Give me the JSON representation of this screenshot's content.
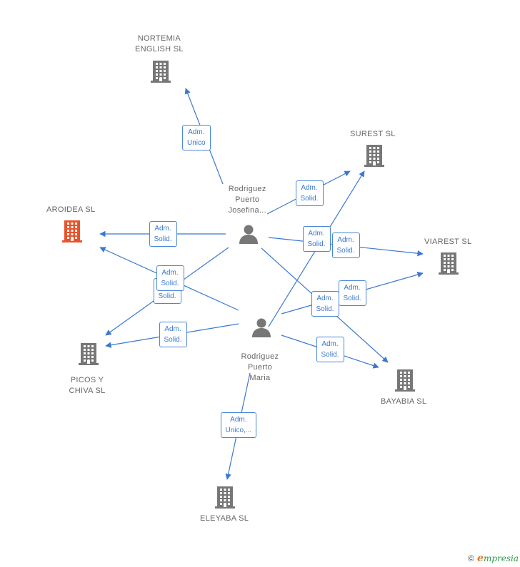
{
  "colors": {
    "building": "#777777",
    "building_focus": "#e8542b",
    "person": "#777777",
    "edge": "#3b78d0"
  },
  "nodes": {
    "nortemia": {
      "label": "NORTEMIA\nENGLISH  SL",
      "icon": "building-icon"
    },
    "surest": {
      "label": "SUREST  SL",
      "icon": "building-icon"
    },
    "aroidea": {
      "label": "AROIDEA  SL",
      "icon": "building-icon",
      "focus": true
    },
    "viarest": {
      "label": "VIAREST  SL",
      "icon": "building-icon"
    },
    "picos": {
      "label": "PICOS Y\nCHIVA  SL",
      "icon": "building-icon"
    },
    "bayabia": {
      "label": "BAYABIA  SL",
      "icon": "building-icon"
    },
    "eleyaba": {
      "label": "ELEYABA SL",
      "icon": "building-icon"
    },
    "josefina": {
      "label": "Rodriguez\nPuerto\nJosefina...",
      "icon": "person-icon"
    },
    "maria": {
      "label": "Rodriguez\nPuerto\nMaria",
      "icon": "person-icon"
    }
  },
  "edges": [
    {
      "from": "josefina",
      "to": "nortemia",
      "label": "Adm.\nUnico"
    },
    {
      "from": "josefina",
      "to": "surest",
      "label": "Adm.\nSolid."
    },
    {
      "from": "josefina",
      "to": "aroidea",
      "label": "Adm.\nSolid."
    },
    {
      "from": "josefina",
      "to": "viarest",
      "label": "Adm.\nSolid."
    },
    {
      "from": "josefina",
      "to": "picos",
      "label": "Adm.\nSolid."
    },
    {
      "from": "josefina",
      "to": "bayabia",
      "label": "Adm.\nSolid."
    },
    {
      "from": "maria",
      "to": "surest",
      "label": "Adm.\nSolid."
    },
    {
      "from": "maria",
      "to": "aroidea",
      "label": "Adm.\nSolid."
    },
    {
      "from": "maria",
      "to": "viarest",
      "label": "Adm.\nSolid."
    },
    {
      "from": "maria",
      "to": "picos",
      "label": "Adm.\nSolid."
    },
    {
      "from": "maria",
      "to": "bayabia",
      "label": "Adm.\nSolid."
    },
    {
      "from": "maria",
      "to": "eleyaba",
      "label": "Adm.\nUnico,..."
    }
  ],
  "footer": {
    "copyright": "©",
    "brand_initial": "e",
    "brand_rest": "mpresia"
  }
}
